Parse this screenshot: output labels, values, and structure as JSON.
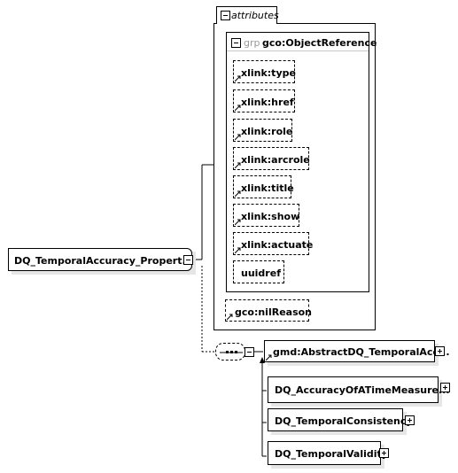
{
  "root_element": {
    "label": "DQ_TemporalAccuracy_Propert..."
  },
  "attributes_box": {
    "title": "attributes"
  },
  "group": {
    "prefix": "grp",
    "name": "gco:ObjectReference"
  },
  "attributes": [
    {
      "label": "xlink:type"
    },
    {
      "label": "xlink:href"
    },
    {
      "label": "xlink:role"
    },
    {
      "label": "xlink:arcrole"
    },
    {
      "label": "xlink:title"
    },
    {
      "label": "xlink:show"
    },
    {
      "label": "xlink:actuate"
    },
    {
      "label": "uuidref"
    }
  ],
  "nil_reason": {
    "label": "gco:nilReason"
  },
  "abstract_element": {
    "label": "gmd:AbstractDQ_TemporalAcc..."
  },
  "children": [
    {
      "label": "DQ_AccuracyOfATimeMeasure..."
    },
    {
      "label": "DQ_TemporalConsistency"
    },
    {
      "label": "DQ_TemporalValidity"
    }
  ]
}
